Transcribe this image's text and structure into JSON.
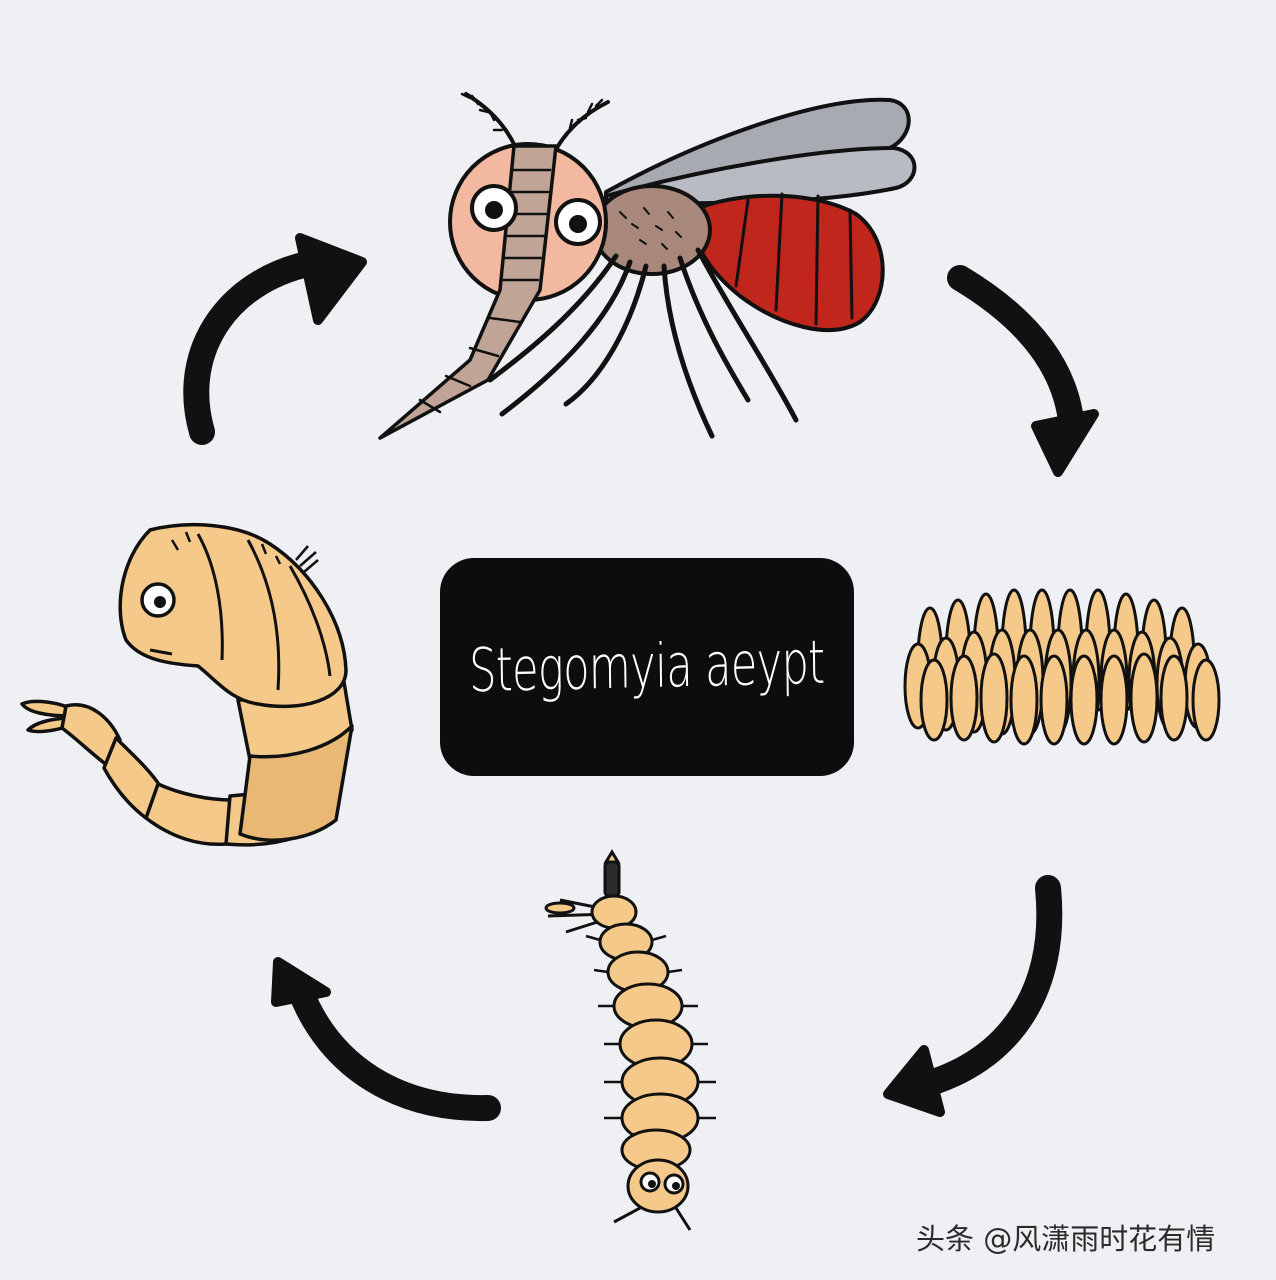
{
  "diagram": {
    "label": "Stegomyia aeypt",
    "stages": [
      {
        "id": "adult",
        "icon": "mosquito-icon"
      },
      {
        "id": "eggs",
        "icon": "eggs-icon"
      },
      {
        "id": "larva",
        "icon": "larva-icon"
      },
      {
        "id": "pupa",
        "icon": "pupa-icon"
      }
    ],
    "arrows": [
      "pupa-to-adult",
      "adult-to-eggs",
      "eggs-to-larva",
      "larva-to-pupa"
    ],
    "colors": {
      "background": "#eef0f4",
      "outline": "#111111",
      "body": "#f5c98a",
      "body_stripe": "#d2a25e",
      "mosquito_head": "#f2b8a0",
      "mosquito_thorax": "#a8887a",
      "mosquito_abdomen": "#c0261c",
      "wing": "#a7aab1",
      "label_box": "#0d0d0d",
      "label_text": "#ffffff"
    }
  },
  "watermark": {
    "text": "头条 @风潇雨时花有情"
  }
}
